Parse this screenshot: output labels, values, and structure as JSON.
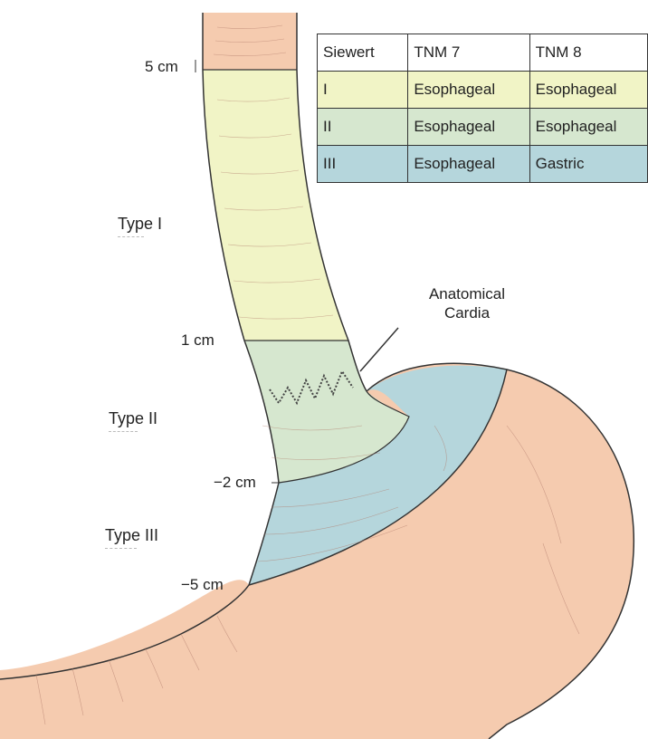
{
  "table": {
    "headers": [
      "Siewert",
      "TNM 7",
      "TNM 8"
    ],
    "rows": [
      {
        "siewert": "I",
        "tnm7": "Esophageal",
        "tnm8": "Esophageal"
      },
      {
        "siewert": "II",
        "tnm7": "Esophageal",
        "tnm8": "Esophageal"
      },
      {
        "siewert": "III",
        "tnm7": "Esophageal",
        "tnm8": "Gastric"
      }
    ]
  },
  "markers": {
    "plus5": "5 cm",
    "plus1": "1 cm",
    "minus2": "−2 cm",
    "minus5": "−5 cm"
  },
  "types": {
    "type1": "Type I",
    "type2": "Type II",
    "type3": "Type III"
  },
  "annotation": {
    "line1": "Anatomical",
    "line2": "Cardia"
  },
  "colors": {
    "tissue": "#f5cbaf",
    "type1": "#f1f4c6",
    "type2": "#d6e7cf",
    "type3": "#b5d6dc",
    "outline": "#333333"
  }
}
